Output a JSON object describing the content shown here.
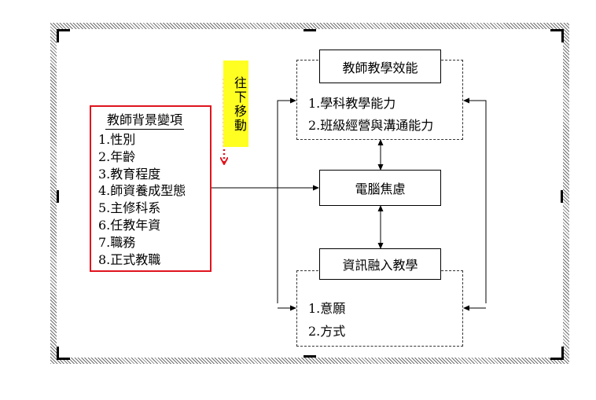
{
  "background_box": {
    "title": "教師背景變項",
    "items": [
      "1.性別",
      "2.年齡",
      "3.教育程度",
      "4.師資養成型態",
      "5.主修科系",
      "6.任教年資",
      "7.職務",
      "8.正式教職"
    ],
    "border_color": "#e0141e"
  },
  "hint": {
    "text": "往下移動",
    "bg_color": "#ffff22",
    "arrow_color": "#e0141e"
  },
  "efficacy": {
    "title": "教師教學效能",
    "items": [
      "1.學科教學能力",
      "2.班級經營與溝通能力"
    ]
  },
  "anxiety": {
    "title": "電腦焦慮"
  },
  "integration": {
    "title": "資訊融入教學",
    "items": [
      "1.意願",
      "2.方式"
    ]
  }
}
